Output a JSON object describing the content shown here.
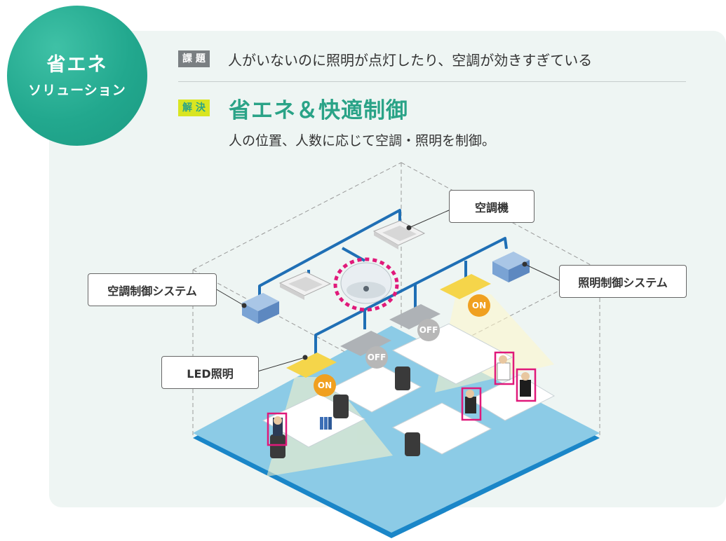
{
  "badge": {
    "line1": "省エネ",
    "line2": "ソリューション"
  },
  "issue": {
    "tag": "課 題",
    "text": "人がいないのに照明が点灯したり、空調が効きすぎている"
  },
  "solution": {
    "tag": "解 決",
    "title": "省エネ＆快適制御",
    "text": "人の位置、人数に応じて空調・照明を制御。"
  },
  "callouts": {
    "air_conditioner": "空調機",
    "ac_control_system": "空調制御システム",
    "lighting_control_system": "照明制御システム",
    "led_lighting": "LED照明"
  },
  "lamps": {
    "lamp_left": "ON",
    "lamp_right": "ON",
    "lamp_mid1": "OFF",
    "lamp_mid2": "OFF"
  },
  "colors": {
    "accent_green": "#2aa387",
    "badge_teal": "#22a88e",
    "solution_tag_yellow": "#d9e521",
    "issue_tag_gray": "#7a7f82",
    "pipe_blue": "#1f6fb5",
    "floor_blue": "#8ccbe6",
    "on_orange": "#f0a020",
    "off_gray": "#b7b7b7",
    "detect_magenta": "#e0197a"
  }
}
